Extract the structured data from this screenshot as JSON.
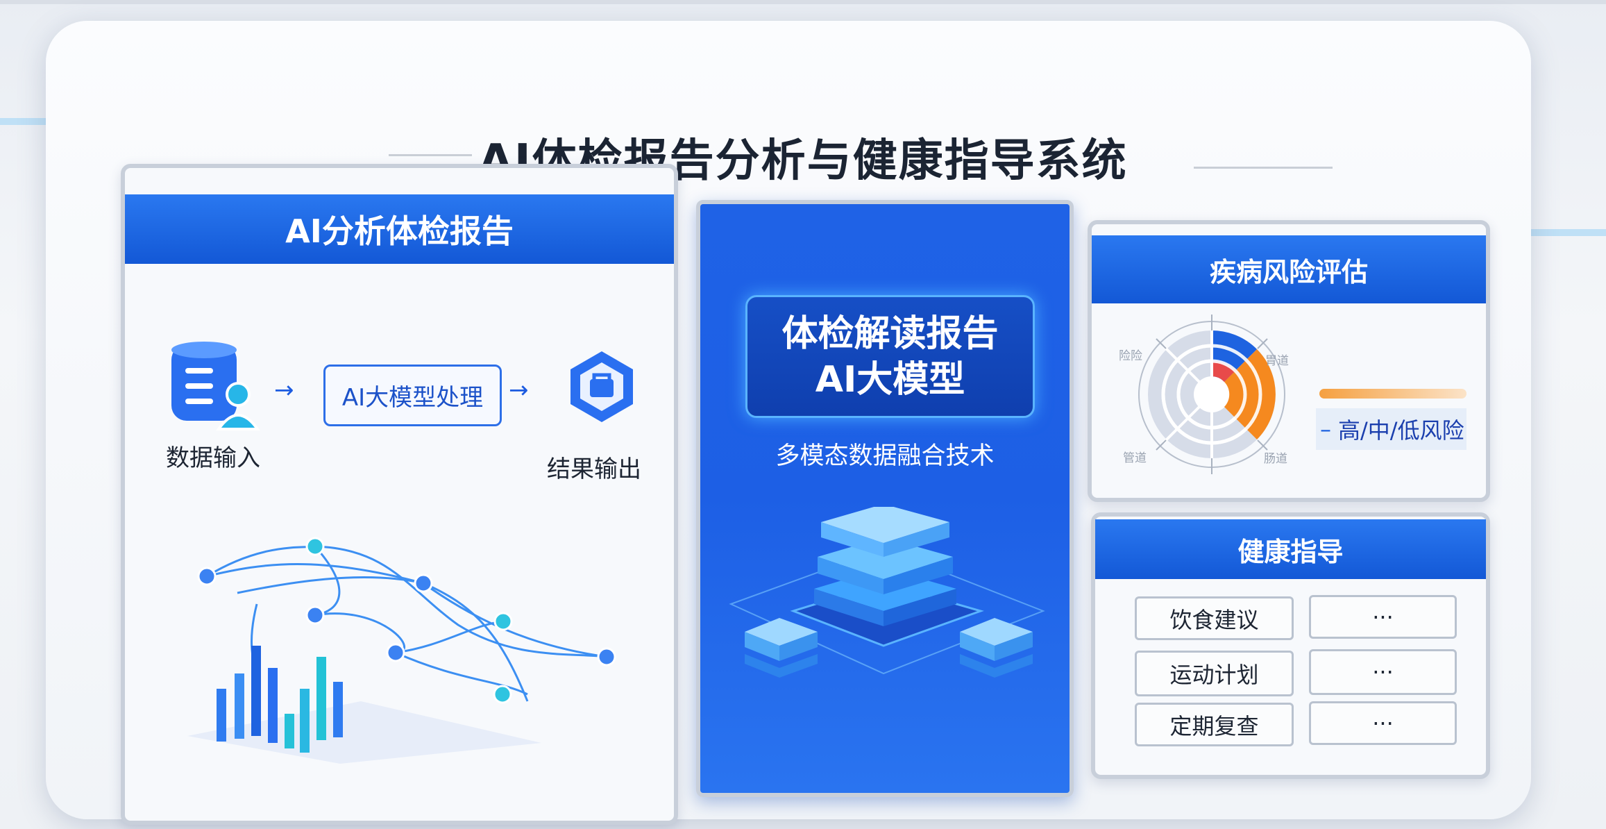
{
  "title": "AI体检报告分析与健康指导系统",
  "left_panel": {
    "header": "AI分析体检报告",
    "input_label": "数据输入",
    "process_label": "AI大模型处理",
    "output_label": "结果输出",
    "arrow": "→"
  },
  "center_panel": {
    "title_line1": "体检解读报告",
    "title_line2": "AI大模型",
    "subtitle": "多模态数据融合技术"
  },
  "risk_panel": {
    "header": "疾病风险评估",
    "axis_labels": [
      "险险",
      "胃道",
      "肠道",
      "管道"
    ],
    "legend": "高/中/低风险",
    "colors": {
      "high": "#e84a4a",
      "medium": "#f5891f",
      "blue": "#1e63e0",
      "low": "#d3dae6"
    }
  },
  "guidance_panel": {
    "header": "健康指导",
    "rows": [
      {
        "label": "饮食建议",
        "value": "···"
      },
      {
        "label": "运动计划",
        "value": "···"
      },
      {
        "label": "定期复查",
        "value": "···"
      }
    ]
  }
}
